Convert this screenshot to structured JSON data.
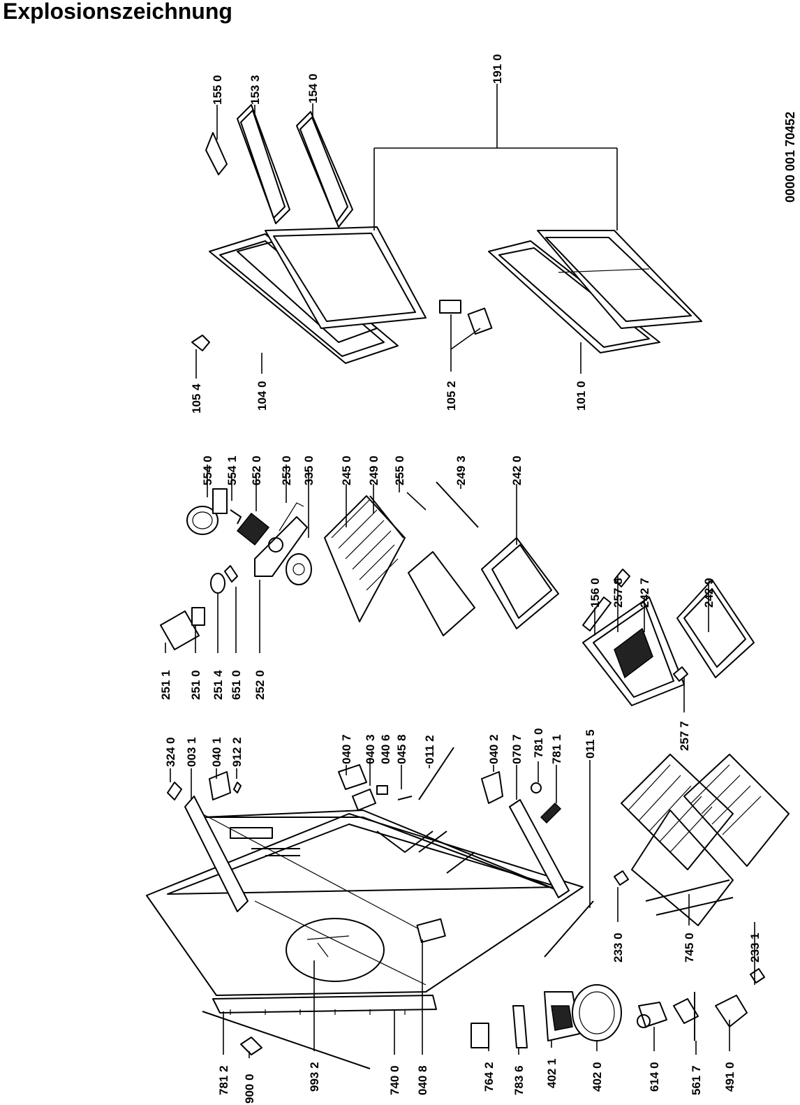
{
  "title": "Explosionszeichnung",
  "document_number": "0000 001 70452",
  "part_numbers": {
    "p1550": "155 0",
    "p1533": "153 3",
    "p1540": "154 0",
    "p1910": "191 0",
    "p1054": "105 4",
    "p1040": "104 0",
    "p1052": "105 2",
    "p1010": "101 0",
    "p5540": "554 0",
    "p5541": "554 1",
    "p6520": "652 0",
    "p2530": "253 0",
    "p3350": "335 0",
    "p2450": "245 0",
    "p2490": "249 0",
    "p2550": "255 0",
    "p2493": "249 3",
    "p2420": "242 0",
    "p2511": "251 1",
    "p2510": "251 0",
    "p2514": "251 4",
    "p6510": "651 0",
    "p2520": "252 0",
    "p1560": "156 0",
    "p2578": "257 8",
    "p2427": "242 7",
    "p2429": "242 9",
    "p2577": "257 7",
    "p3240": "324 0",
    "p0031": "003 1",
    "p0401": "040 1",
    "p9122": "912 2",
    "p0407": "040 7",
    "p0403": "040 3",
    "p0406": "040 6",
    "p0458": "045 8",
    "p0112": "011 2",
    "p0402": "040 2",
    "p0707": "070 7",
    "p7810": "781 0",
    "p7811": "781 1",
    "p0115": "011 5",
    "p2330": "233 0",
    "p7450": "745 0",
    "p2331": "233 1",
    "p7812": "781 2",
    "p9000": "900 0",
    "p9932": "993 2",
    "p7400": "740 0",
    "p0408": "040 8",
    "p7642": "764 2",
    "p7836": "783 6",
    "p4021": "402 1",
    "p4020": "402 0",
    "p6140": "614 0",
    "p5617": "561 7",
    "p4910": "491 0"
  }
}
